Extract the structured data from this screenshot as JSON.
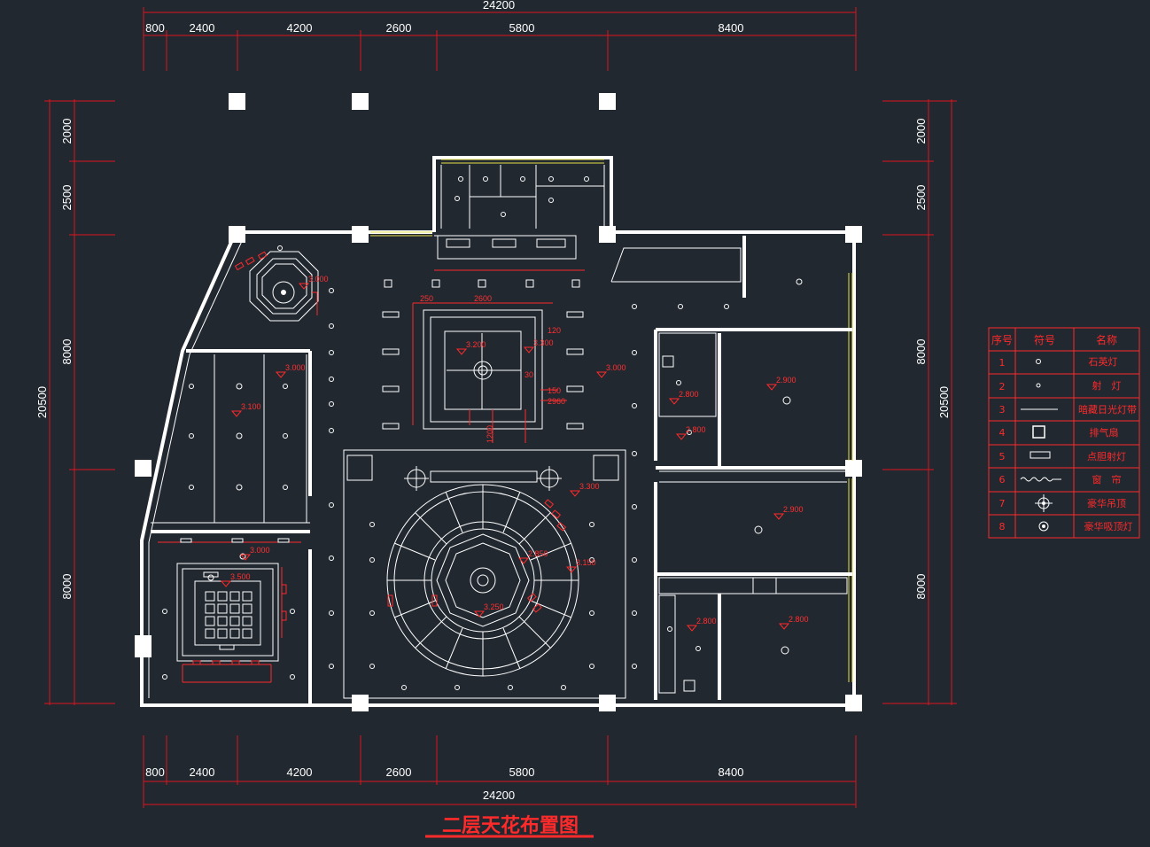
{
  "drawing": {
    "title": "二层天花布置图",
    "top_total": "24200",
    "bottom_total": "24200",
    "top_segments": [
      "800",
      "2400",
      "4200",
      "2600",
      "5800",
      "8400"
    ],
    "bottom_segments": [
      "800",
      "2400",
      "4200",
      "2600",
      "5800",
      "8400"
    ],
    "left_total": "20500",
    "right_total": "20500",
    "left_segments": [
      "2000",
      "2500",
      "8000",
      "8000"
    ],
    "right_segments": [
      "2000",
      "2500",
      "8000",
      "8000"
    ],
    "level_tags": [
      "3.000",
      "2.900",
      "3.200",
      "3.300",
      "2.800",
      "3.100",
      "3.500",
      "2.850",
      "3.150",
      "3.250"
    ],
    "small_dims": [
      "2600",
      "2960",
      "150",
      "120",
      "250",
      "1200",
      "30"
    ]
  },
  "legend": {
    "headers": {
      "no": "序号",
      "symbol": "符号",
      "name": "名称"
    },
    "rows": [
      {
        "no": "1",
        "name": "石英灯",
        "icon": "quartz-lamp-icon"
      },
      {
        "no": "2",
        "name": "射　灯",
        "icon": "spotlight-icon"
      },
      {
        "no": "3",
        "name": "暗藏日光灯带",
        "icon": "hidden-fluorescent-strip-icon"
      },
      {
        "no": "4",
        "name": "排气扇",
        "icon": "exhaust-fan-icon"
      },
      {
        "no": "5",
        "name": "点胆射灯",
        "icon": "grille-spotlight-icon"
      },
      {
        "no": "6",
        "name": "窗　帘",
        "icon": "curtain-icon"
      },
      {
        "no": "7",
        "name": "豪华吊顶",
        "icon": "chandelier-icon"
      },
      {
        "no": "8",
        "name": "豪华吸顶灯",
        "icon": "ceiling-lamp-icon"
      }
    ]
  },
  "colors": {
    "background": "#212830",
    "dimension_line": "#e0141e",
    "wall": "#ffffff",
    "annotation": "#ff3030",
    "curtain_wall": "#e6e04a"
  }
}
